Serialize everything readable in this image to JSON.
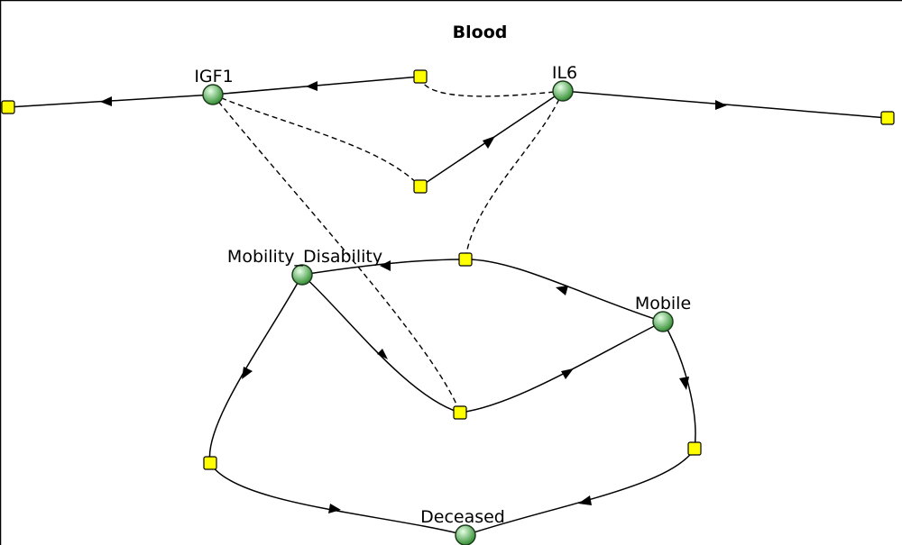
{
  "compartment": {
    "label": "Blood"
  },
  "colors": {
    "species_fill": "#2e8b2e",
    "species_highlight": "#e6ffe6",
    "junction_fill": "#ffff00",
    "line": "#000000"
  },
  "species": {
    "igf1": {
      "label": "IGF1"
    },
    "il6": {
      "label": "IL6"
    },
    "mobility_disability": {
      "label": "Mobility_Disability"
    },
    "mobile": {
      "label": "Mobile"
    },
    "deceased": {
      "label": "Deceased"
    }
  }
}
